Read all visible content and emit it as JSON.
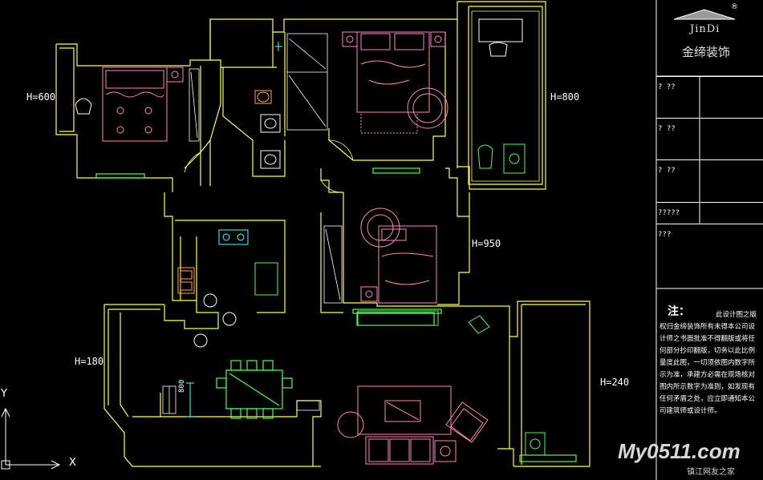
{
  "drawing": {
    "dims": {
      "h_600": "H=600",
      "h_800": "H=800",
      "h_950": "H=950",
      "h_180": "H=180",
      "h_240": "H=240",
      "dim_800": "800"
    },
    "axes": {
      "y": "Y",
      "x": "X"
    }
  },
  "title_block": {
    "brand_en": "JinDi",
    "brand_cn": "金缔装饰",
    "reg_mark": "®",
    "rows": [
      "? ??",
      "? ??",
      "? ??",
      "?????",
      "???"
    ],
    "note_title": "注：",
    "note_body": "此设计图之版权归金缔装饰所有未得本公司设计师之书面批准不得翻版或将任何部分抄印翻版，切务以此比例量度此图，一切须依图内数字所示为准，承建方必需在现场核对图内所示数字为准则，如发现有任何矛盾之处，应立即通知本公司建筑师或设计师。"
  },
  "watermark": {
    "main": "My0511.com",
    "sub": "镇江网友之家"
  },
  "colors": {
    "wall": "#ffff55",
    "furniture_pink": "#ff88bb",
    "window": "#55ff55",
    "fixture_cyan": "#55ffff",
    "appliance_orange": "#ffaa55",
    "white": "#ffffff"
  }
}
